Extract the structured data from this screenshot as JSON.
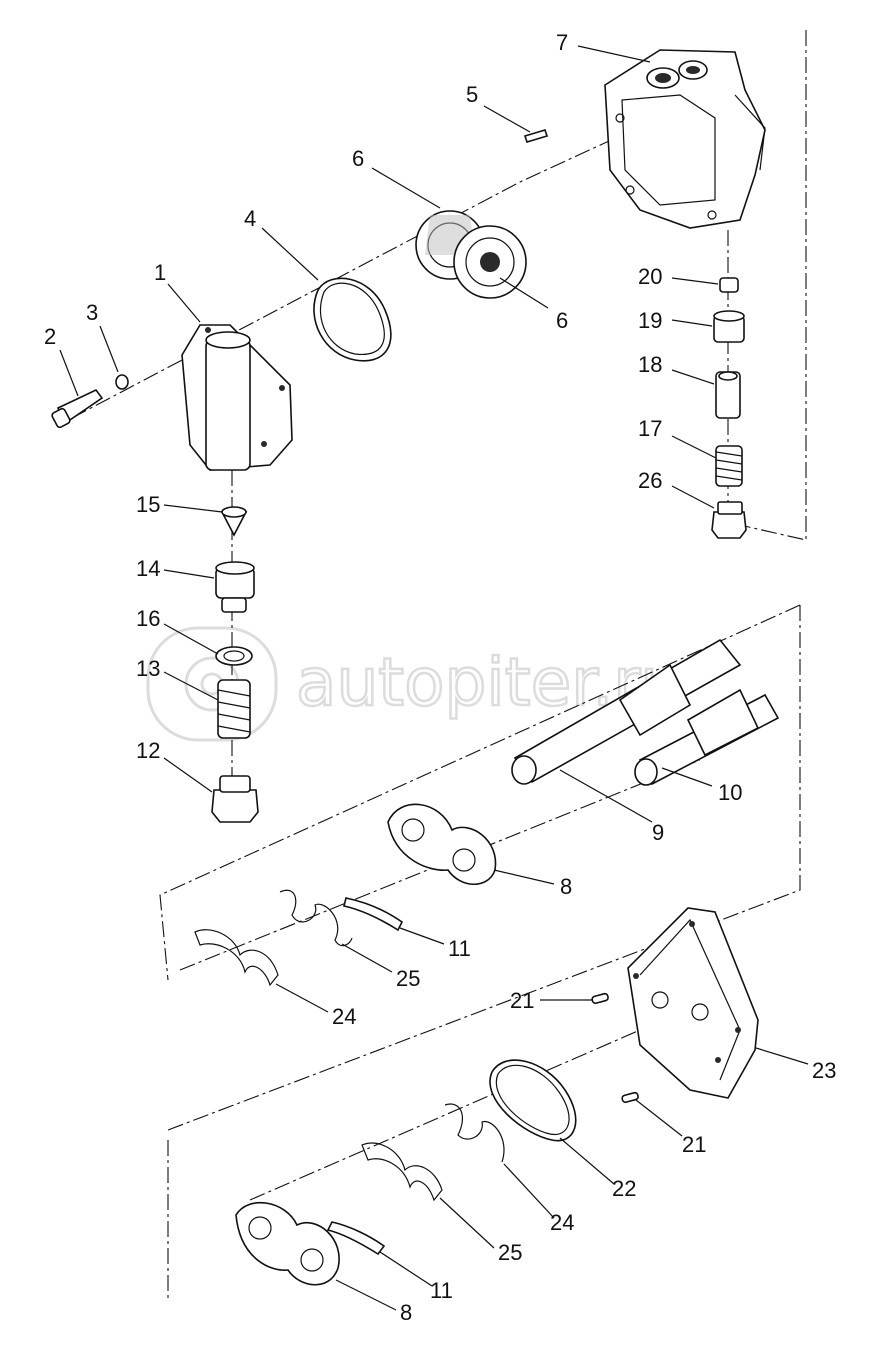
{
  "watermark": {
    "text": "autopiter.ru",
    "icon": "autopiter-logo-icon"
  },
  "callouts": [
    {
      "id": "c7",
      "text": "7"
    },
    {
      "id": "c5",
      "text": "5"
    },
    {
      "id": "c6a",
      "text": "6"
    },
    {
      "id": "c4",
      "text": "4"
    },
    {
      "id": "c6b",
      "text": "6"
    },
    {
      "id": "c1",
      "text": "1"
    },
    {
      "id": "c2",
      "text": "2"
    },
    {
      "id": "c3",
      "text": "3"
    },
    {
      "id": "c20",
      "text": "20"
    },
    {
      "id": "c19",
      "text": "19"
    },
    {
      "id": "c18",
      "text": "18"
    },
    {
      "id": "c17",
      "text": "17"
    },
    {
      "id": "c26",
      "text": "26"
    },
    {
      "id": "c15",
      "text": "15"
    },
    {
      "id": "c14",
      "text": "14"
    },
    {
      "id": "c16",
      "text": "16"
    },
    {
      "id": "c13",
      "text": "13"
    },
    {
      "id": "c12",
      "text": "12"
    },
    {
      "id": "c10",
      "text": "10"
    },
    {
      "id": "c9",
      "text": "9"
    },
    {
      "id": "c8a",
      "text": "8"
    },
    {
      "id": "c11a",
      "text": "11"
    },
    {
      "id": "c25a",
      "text": "25"
    },
    {
      "id": "c24a",
      "text": "24"
    },
    {
      "id": "c21a",
      "text": "21"
    },
    {
      "id": "c23",
      "text": "23"
    },
    {
      "id": "c21b",
      "text": "21"
    },
    {
      "id": "c22",
      "text": "22"
    },
    {
      "id": "c24b",
      "text": "24"
    },
    {
      "id": "c25b",
      "text": "25"
    },
    {
      "id": "c11b",
      "text": "11"
    },
    {
      "id": "c8b",
      "text": "8"
    }
  ]
}
